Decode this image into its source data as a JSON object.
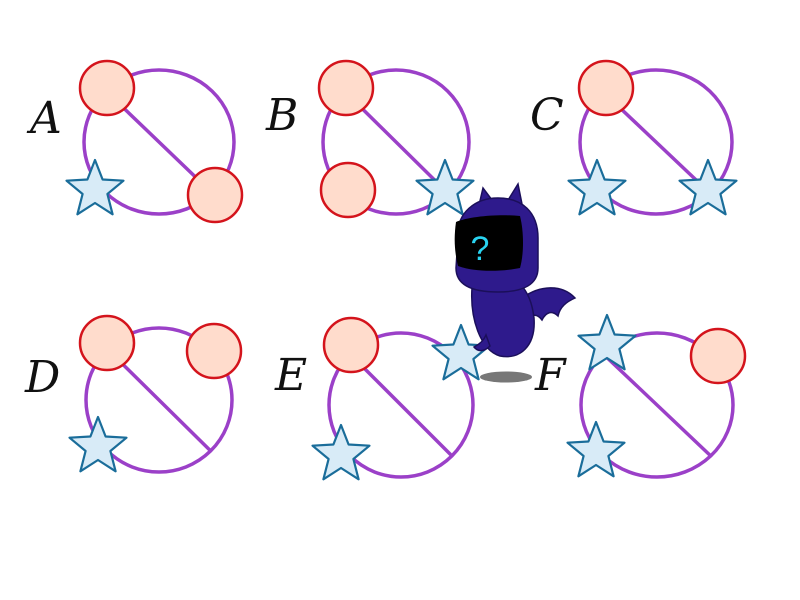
{
  "colors": {
    "ring": "#9b40c8",
    "circle_fill": "#ffdccc",
    "circle_stroke": "#d4141c",
    "star_fill": "#d8ebf7",
    "star_stroke": "#1a6d9a",
    "mascot_body": "#2e1a8c",
    "mascot_screen": "#000000",
    "mascot_mark": "#29d3f0",
    "shadow": "#777777"
  },
  "options": [
    {
      "letter": "A",
      "markers": [
        "circle",
        "circle",
        "star"
      ]
    },
    {
      "letter": "B",
      "markers": [
        "circle",
        "star",
        "circle"
      ]
    },
    {
      "letter": "C",
      "markers": [
        "circle",
        "star",
        "star"
      ]
    },
    {
      "letter": "D",
      "markers": [
        "circle",
        "circle",
        "star"
      ]
    },
    {
      "letter": "E",
      "markers": [
        "circle",
        "star",
        "star"
      ]
    },
    {
      "letter": "F",
      "markers": [
        "star",
        "circle",
        "star"
      ]
    }
  ],
  "mascot": {
    "symbol": "?",
    "icon": "hooded-cat-mascot-icon"
  }
}
